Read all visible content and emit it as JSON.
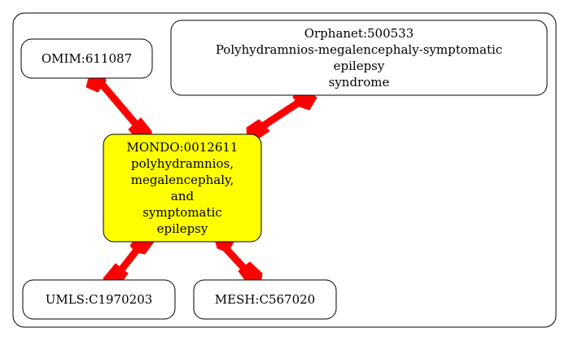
{
  "nodes": {
    "omim": {
      "label": "OMIM:611087"
    },
    "orphanet": {
      "lines": [
        "Orphanet:500533",
        "Polyhydramnios-megalencephaly-symptomatic",
        "epilepsy",
        "syndrome"
      ]
    },
    "mondo": {
      "lines": [
        "MONDO:0012611",
        "polyhydramnios,",
        "megalencephaly,",
        "and",
        "symptomatic",
        "epilepsy"
      ]
    },
    "umls": {
      "label": "UMLS:C1970203"
    },
    "mesh": {
      "label": "MESH:C567020"
    }
  },
  "colors": {
    "focus_fill": "#ffff00",
    "edge": "#ff0000",
    "node_fill": "#ffffff",
    "border": "#000000"
  }
}
